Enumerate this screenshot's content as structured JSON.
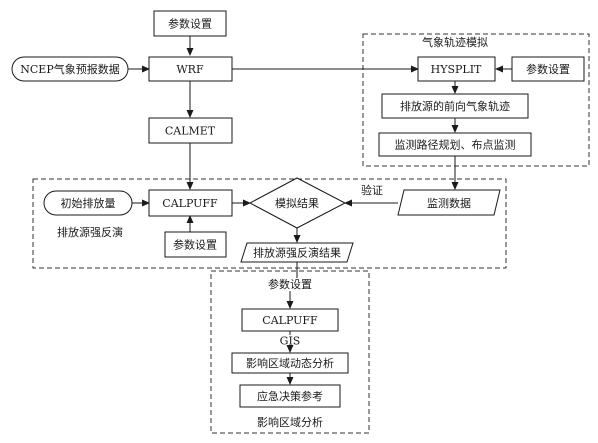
{
  "nodes": {
    "param_top": "参数设置",
    "ncep": "NCEP气象预报数据",
    "wrf": "WRF",
    "calmet": "CALMET",
    "initial_emission": "初始排放量",
    "calpuff": "CALPUFF",
    "param_mid": "参数设置",
    "sim_result": "模拟结果",
    "monitor_data": "监测数据",
    "emission_inverse_result": "排放源强反演结果",
    "hysplit": "HYSPLIT",
    "param_right": "参数设置",
    "forward_trajectory": "排放源的前向气象轨迹",
    "monitor_plan": "监测路径规划、布点监测",
    "param_bottom": "参数设置",
    "calpuff_bottom": "CALPUFF",
    "gis": "GIS",
    "dynamic_analysis": "影响区域动态分析",
    "emergency_decision": "应急决策参考"
  },
  "group_labels": {
    "trajectory_sim": "气象轨迹模拟",
    "emission_inversion": "排放源强反演",
    "impact_analysis": "影响区域分析",
    "verify": "验证"
  }
}
